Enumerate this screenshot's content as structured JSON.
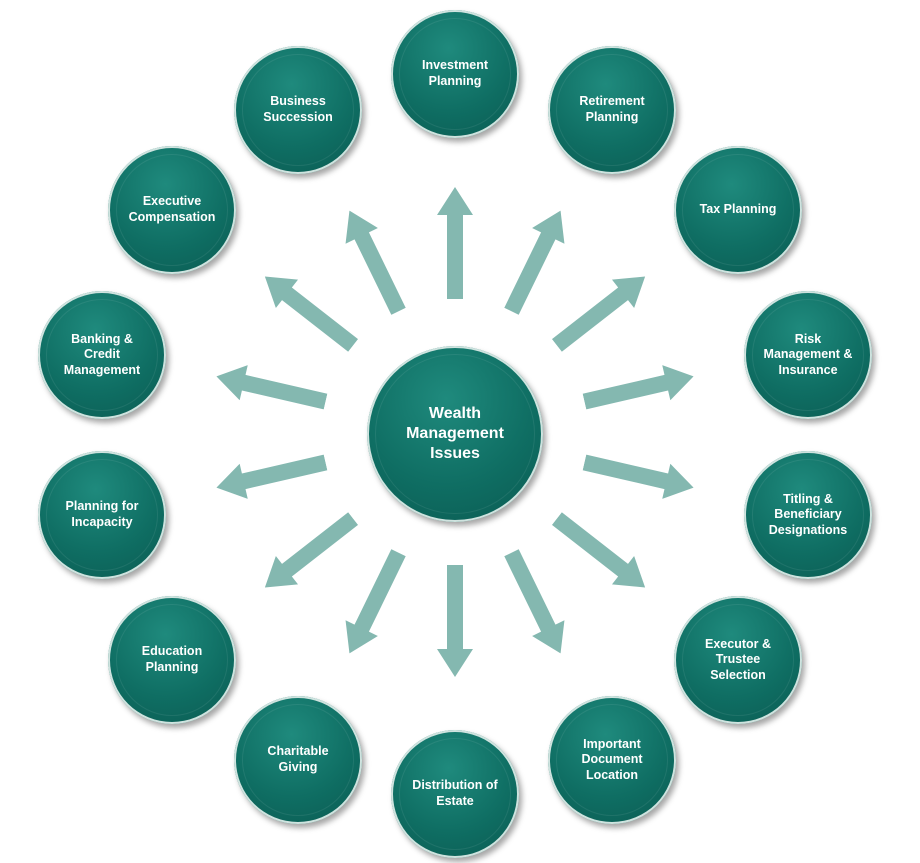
{
  "center": {
    "label": "Wealth Management Issues"
  },
  "nodes": [
    {
      "label": "Investment Planning"
    },
    {
      "label": "Retirement Planning"
    },
    {
      "label": "Tax Planning"
    },
    {
      "label": "Risk Management & Insurance"
    },
    {
      "label": "Titling & Beneficiary Designations"
    },
    {
      "label": "Executor & Trustee Selection"
    },
    {
      "label": "Important Document Location"
    },
    {
      "label": "Distribution of Estate"
    },
    {
      "label": "Charitable Giving"
    },
    {
      "label": "Education Planning"
    },
    {
      "label": "Planning for Incapacity"
    },
    {
      "label": "Banking & Credit Management"
    },
    {
      "label": "Executive Compensation"
    },
    {
      "label": "Business Succession"
    }
  ],
  "colors": {
    "circle": "#0f6e63",
    "arrow": "#84b8b0",
    "text": "#ffffff"
  }
}
